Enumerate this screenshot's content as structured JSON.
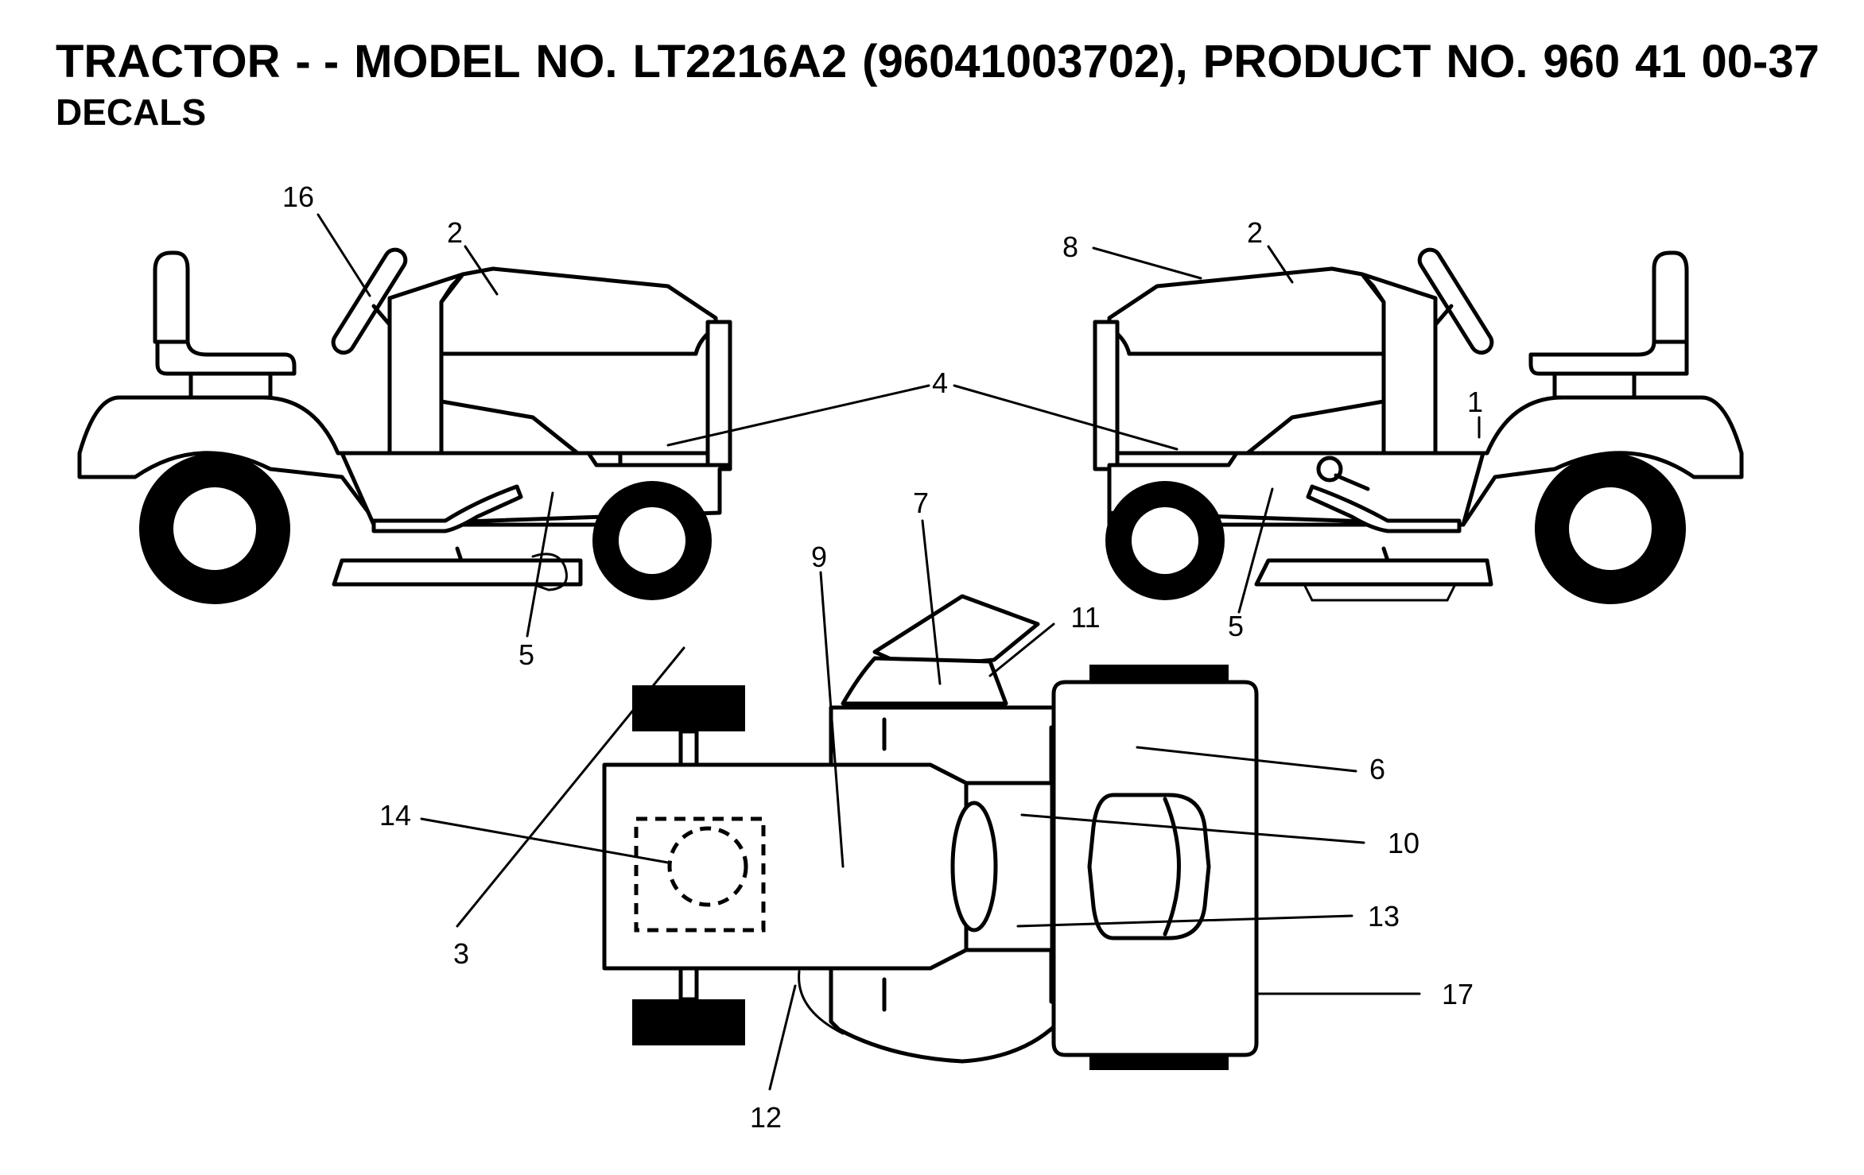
{
  "title": {
    "part1": "TRACTOR",
    "part2": "- -",
    "part3": "MODEL",
    "part4": "NO.",
    "part5": "LT2216A2",
    "part6": "(96041003702),",
    "part7": "PRODUCT",
    "part8": "NO.",
    "part9": "960",
    "part10": "41",
    "part11": "00-37"
  },
  "subtitle": "DECALS",
  "callouts": {
    "c1": "1",
    "c2_left": "2",
    "c2_right": "2",
    "c3": "3",
    "c4": "4",
    "c5_left": "5",
    "c5_right": "5",
    "c6": "6",
    "c7": "7",
    "c8": "8",
    "c9": "9",
    "c10": "10",
    "c11": "11",
    "c12": "12",
    "c13": "13",
    "c14": "14",
    "c16": "16",
    "c17": "17"
  }
}
